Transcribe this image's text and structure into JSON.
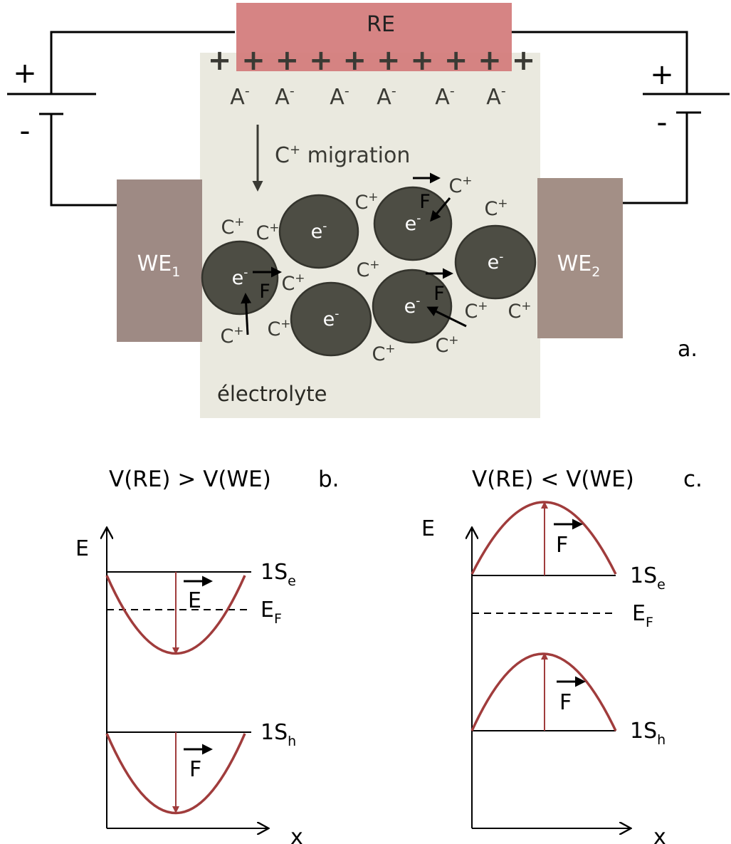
{
  "colors": {
    "re_fill": "#d37a7a",
    "electrolyte_fill": "#eae9df",
    "electrode_fill": "#9e8a84",
    "electrode_fill_2": "#a38f86",
    "particle_fill": "#4d4d44",
    "particle_stroke": "#34342d",
    "curve": "#a03c3c",
    "wire": "#000000",
    "text_dark": "#3a3a34"
  },
  "panel_a": {
    "label": "a.",
    "reference_electrode": "RE",
    "plus_row": "+ + + + + + + + + +",
    "anion": "A",
    "anion_sup": "-",
    "migration_label": "C",
    "migration_sup": "+",
    "migration_rest": " migration",
    "electrolyte": "électrolyte",
    "we1": "WE",
    "we1_sub": "1",
    "we2": "WE",
    "we2_sub": "2",
    "battery_left_plus": "+",
    "battery_left_minus": "-",
    "battery_right_plus": "+",
    "battery_right_minus": "-",
    "cation": "C",
    "cation_sup": "+",
    "electron": "e",
    "electron_sup": "-",
    "force": "F"
  },
  "panel_b": {
    "title": "V(RE) > V(WE)",
    "label": "b.",
    "axis_y": "E",
    "axis_x": "x",
    "level_e": "1S",
    "level_e_sub": "e",
    "fermi": "E",
    "fermi_sub": "F",
    "level_h": "1S",
    "level_h_sub": "h",
    "force_top": "E",
    "force_bottom": "F"
  },
  "panel_c": {
    "title": "V(RE) < V(WE)",
    "label": "c.",
    "axis_y": "E",
    "axis_x": "x",
    "level_e": "1S",
    "level_e_sub": "e",
    "fermi": "E",
    "fermi_sub": "F",
    "level_h": "1S",
    "level_h_sub": "h",
    "force_top": "F",
    "force_bottom": "F"
  }
}
